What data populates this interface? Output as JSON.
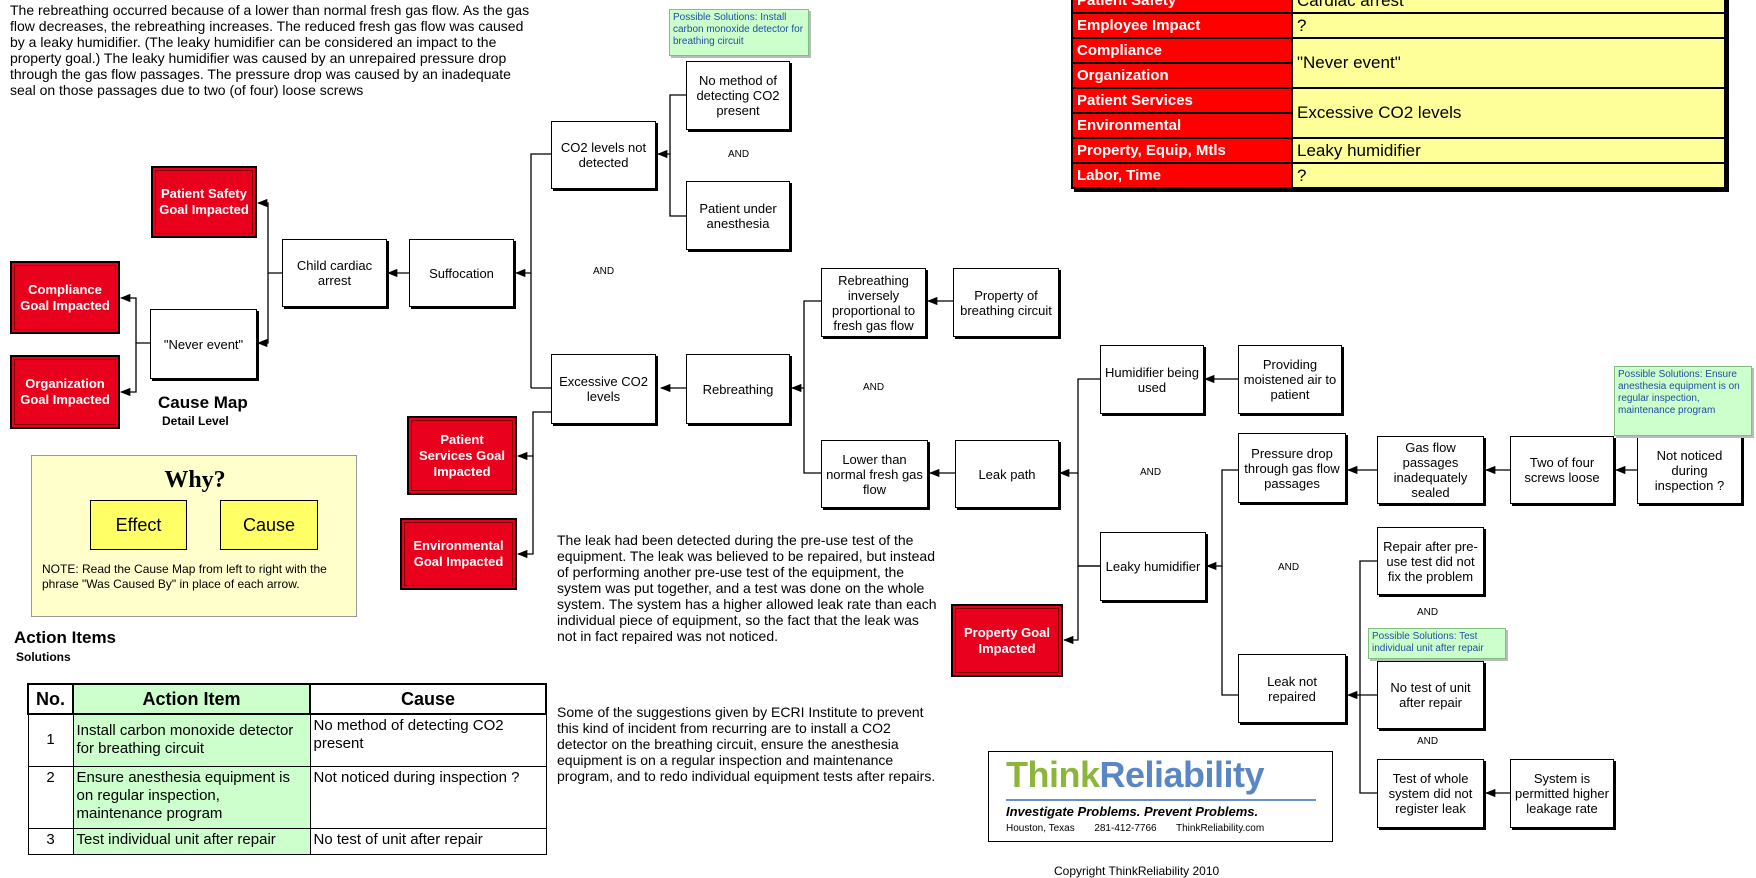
{
  "intro_text": "The rebreathing occurred because of a lower than normal fresh gas flow.  As the gas flow decreases, the rebreathing increases.  The reduced fresh gas flow was caused by a leaky humidifier.  (The leaky humidifier can be considered an impact to the property goal.)  The leaky humidifier was caused by an unrepaired pressure drop through the gas flow passages.  The pressure drop was caused by an inadequate seal on those passages due to two (of four) loose screws",
  "cause_map": {
    "title": "Cause Map",
    "subtitle": "Detail Level"
  },
  "goals": {
    "patient_safety": "Patient Safety Goal Impacted",
    "compliance": "Compliance Goal Impacted",
    "organization": "Organization Goal Impacted",
    "patient_services": "Patient Services Goal Impacted",
    "environmental": "Environmental Goal Impacted",
    "property": "Property Goal Impacted"
  },
  "nodes": {
    "child_cardiac_arrest": "Child cardiac arrest",
    "suffocation": "Suffocation",
    "never_event": "\"Never event\"",
    "co2_not_detected": "CO2 levels not detected",
    "no_method": "No method of detecting CO2 present",
    "patient_anesthesia": "Patient under anesthesia",
    "excessive_co2": "Excessive CO2 levels",
    "rebreathing": "Rebreathing",
    "rebreathing_inverse": "Rebreathing inversely proportional to fresh gas flow",
    "property_circuit": "Property of breathing circuit",
    "lower_gas_flow": "Lower than normal fresh gas flow",
    "leak_path": "Leak path",
    "humidifier_used": "Humidifier being used",
    "moistened_air": "Providing moistened air to patient",
    "leaky_humidifier": "Leaky humidifier",
    "pressure_drop": "Pressure drop through gas flow passages",
    "inadequately_sealed": "Gas flow passages inadequately sealed",
    "screws_loose": "Two of four screws loose",
    "not_noticed": "Not noticed during inspection ?",
    "leak_not_repaired": "Leak not repaired",
    "repair_no_fix": "Repair after pre-use test did not fix the problem",
    "no_test_unit": "No test of unit after repair",
    "test_whole": "Test of whole system did not register leak",
    "higher_leakage": "System is permitted higher leakage rate"
  },
  "and_label": "AND",
  "solutions": {
    "co2_detector": "Possible Solutions: Install carbon monoxide detector for breathing circuit",
    "inspection": "Possible Solutions: Ensure anesthesia equipment is on regular  inspection, maintenance program",
    "test_unit": "Possible Solutions: Test individual unit after repair"
  },
  "why_box": {
    "title": "Why?",
    "effect": "Effect",
    "cause": "Cause",
    "note": "NOTE:  Read the Cause Map from left to right with the phrase \"Was Caused By\" in place of each arrow."
  },
  "action_items": {
    "title": "Action Items",
    "subtitle": "Solutions",
    "headers": [
      "No.",
      "Action Item",
      "Cause"
    ],
    "rows": [
      {
        "no": "1",
        "item": "Install carbon monoxide detector for breathing circuit",
        "cause": "No method of detecting CO2 present"
      },
      {
        "no": "2",
        "item": "Ensure anesthesia equipment is on regular  inspection, maintenance program",
        "cause": "Not noticed during inspection ?"
      },
      {
        "no": "3",
        "item": "Test individual unit after repair",
        "cause": "No test of unit after repair"
      }
    ]
  },
  "impact_table": [
    {
      "key": "Patient Safety",
      "value": "Cardiac arrest"
    },
    {
      "key": "Employee Impact",
      "value": "?"
    },
    {
      "key": "Compliance",
      "value": "\"Never event\""
    },
    {
      "key": "Organization",
      "value": ""
    },
    {
      "key": "Patient Services",
      "value": "Excessive CO2 levels"
    },
    {
      "key": "Environmental",
      "value": ""
    },
    {
      "key": "Property, Equip, Mtls",
      "value": "Leaky humidifier"
    },
    {
      "key": "Labor, Time",
      "value": "?"
    }
  ],
  "leak_text": "The leak had been detected during the pre-use test of the equipment.  The leak was believed to be repaired, but instead of performing another pre-use test of the equipment, the system was put together, and a test was done on the whole system.  The system has a higher allowed leak rate than each individual piece of equipment, so the fact that the leak was not in fact repaired was not noticed.",
  "ecri_text": "Some of the suggestions given by ECRI Institute to prevent this kind of incident from recurring are to install a CO2 detector on the breathing circuit, ensure the anesthesia equipment is on a regular inspection and maintenance program, and to redo individual equipment tests after repairs.",
  "logo": {
    "think": "Think",
    "reliability": "Reliability",
    "tagline": "Investigate Problems. Prevent Problems.",
    "city": "Houston,  Texas",
    "phone": "281-412-7766",
    "site": "ThinkReliability.com",
    "colors": {
      "think": "#8db53c",
      "reliability": "#5b86c5"
    }
  },
  "copyright": "Copyright ThinkReliability 2010"
}
